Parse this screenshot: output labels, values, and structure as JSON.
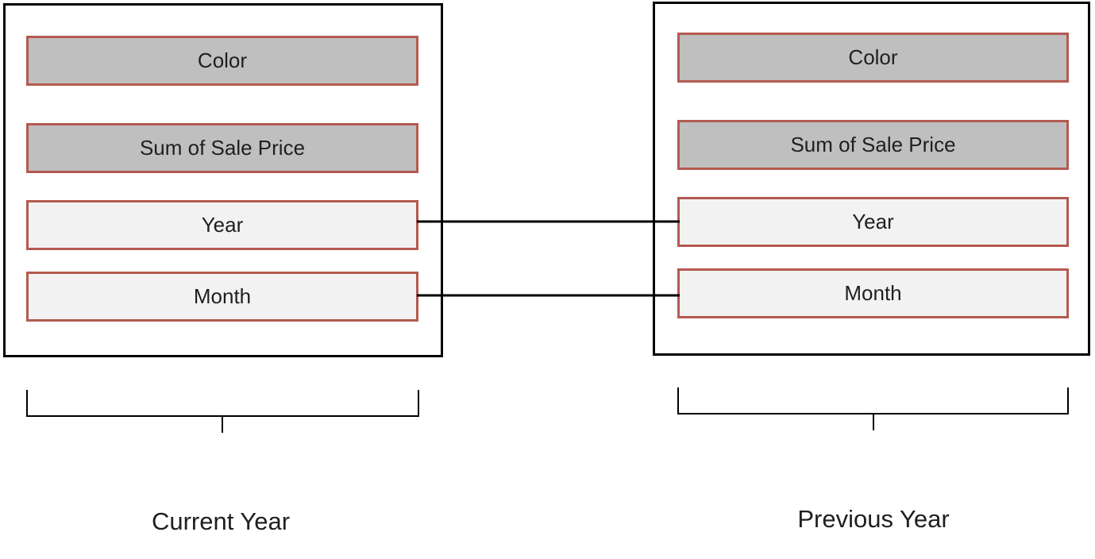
{
  "panels": {
    "left": {
      "caption": "Current Year",
      "fields": [
        {
          "label": "Color",
          "style": "gray"
        },
        {
          "label": "Sum of Sale Price",
          "style": "gray"
        },
        {
          "label": "Year",
          "style": "light"
        },
        {
          "label": "Month",
          "style": "light"
        }
      ]
    },
    "right": {
      "caption": "Previous Year",
      "fields": [
        {
          "label": "Color",
          "style": "gray"
        },
        {
          "label": "Sum of Sale Price",
          "style": "gray"
        },
        {
          "label": "Year",
          "style": "light"
        },
        {
          "label": "Month",
          "style": "light"
        }
      ]
    }
  },
  "connections": [
    {
      "from": "Current Year / Year",
      "to": "Previous Year / Year"
    },
    {
      "from": "Current Year / Month",
      "to": "Previous Year / Month"
    }
  ],
  "colors": {
    "panel_border": "#000000",
    "field_border": "#b45a50",
    "field_fill_gray": "#bfbfbf",
    "field_fill_light": "#f2f2f2",
    "connector": "#000000",
    "bracket": "#000000",
    "text": "#1f1f1f"
  }
}
